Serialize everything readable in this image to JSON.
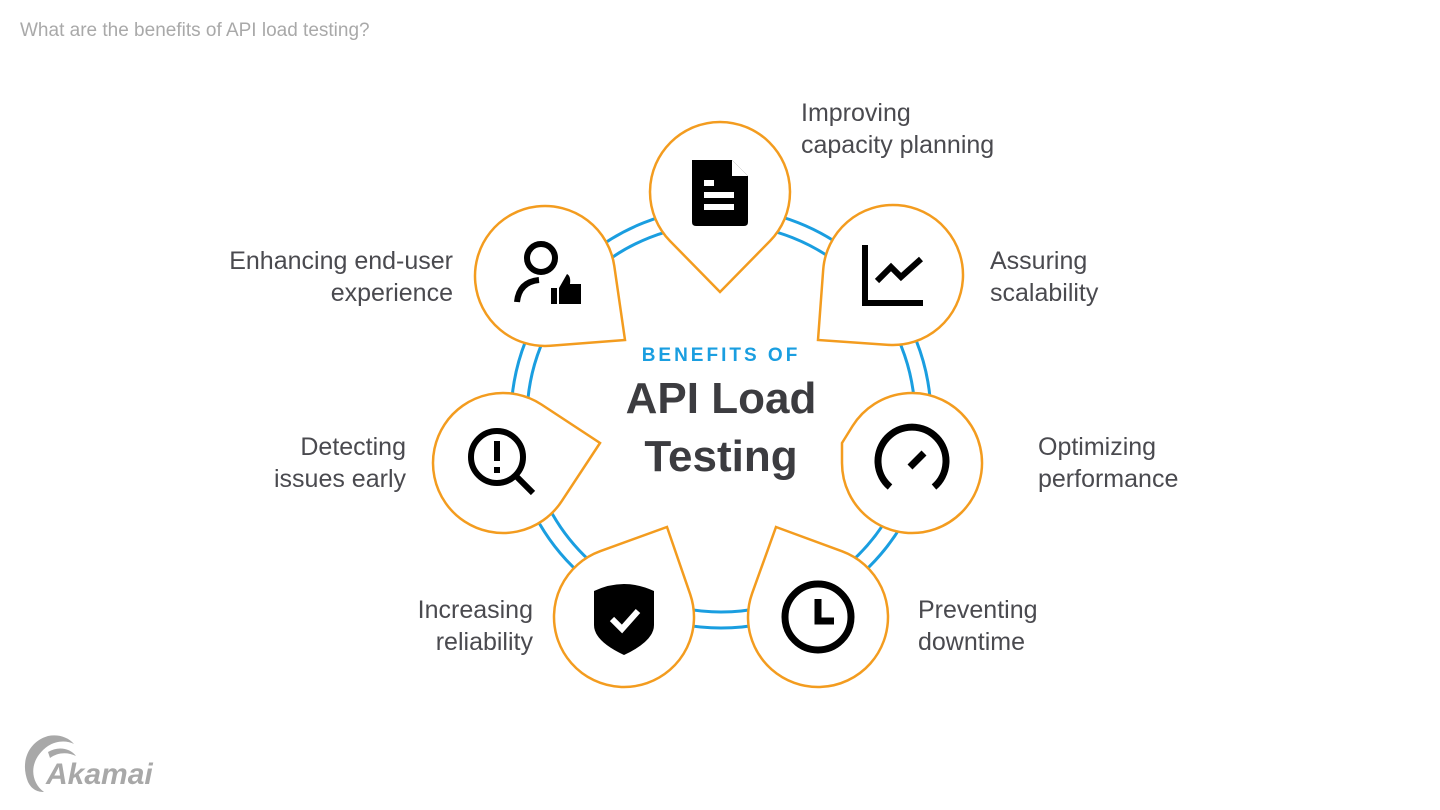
{
  "question": "What are the benefits of API load testing?",
  "center": {
    "subtitle": "BENEFITS OF",
    "title_line1": "API Load",
    "title_line2": "Testing"
  },
  "benefits": [
    {
      "label1": "Improving",
      "label2": "capacity planning",
      "icon": "document-icon"
    },
    {
      "label1": "Assuring",
      "label2": "scalability",
      "icon": "line-chart-icon"
    },
    {
      "label1": "Optimizing",
      "label2": "performance",
      "icon": "speedometer-icon"
    },
    {
      "label1": "Preventing",
      "label2": "downtime",
      "icon": "clock-icon"
    },
    {
      "label1": "Increasing",
      "label2": "reliability",
      "icon": "shield-check-icon"
    },
    {
      "label1": "Detecting",
      "label2": "issues early",
      "icon": "search-alert-icon"
    },
    {
      "label1": "Enhancing end-user",
      "label2": "experience",
      "icon": "user-thumbs-up-icon"
    }
  ],
  "logo": "Akamai",
  "colors": {
    "ring": "#1a9ee0",
    "pin": "#f39c1f",
    "icon": "#000000",
    "label": "#4a4a4f"
  }
}
